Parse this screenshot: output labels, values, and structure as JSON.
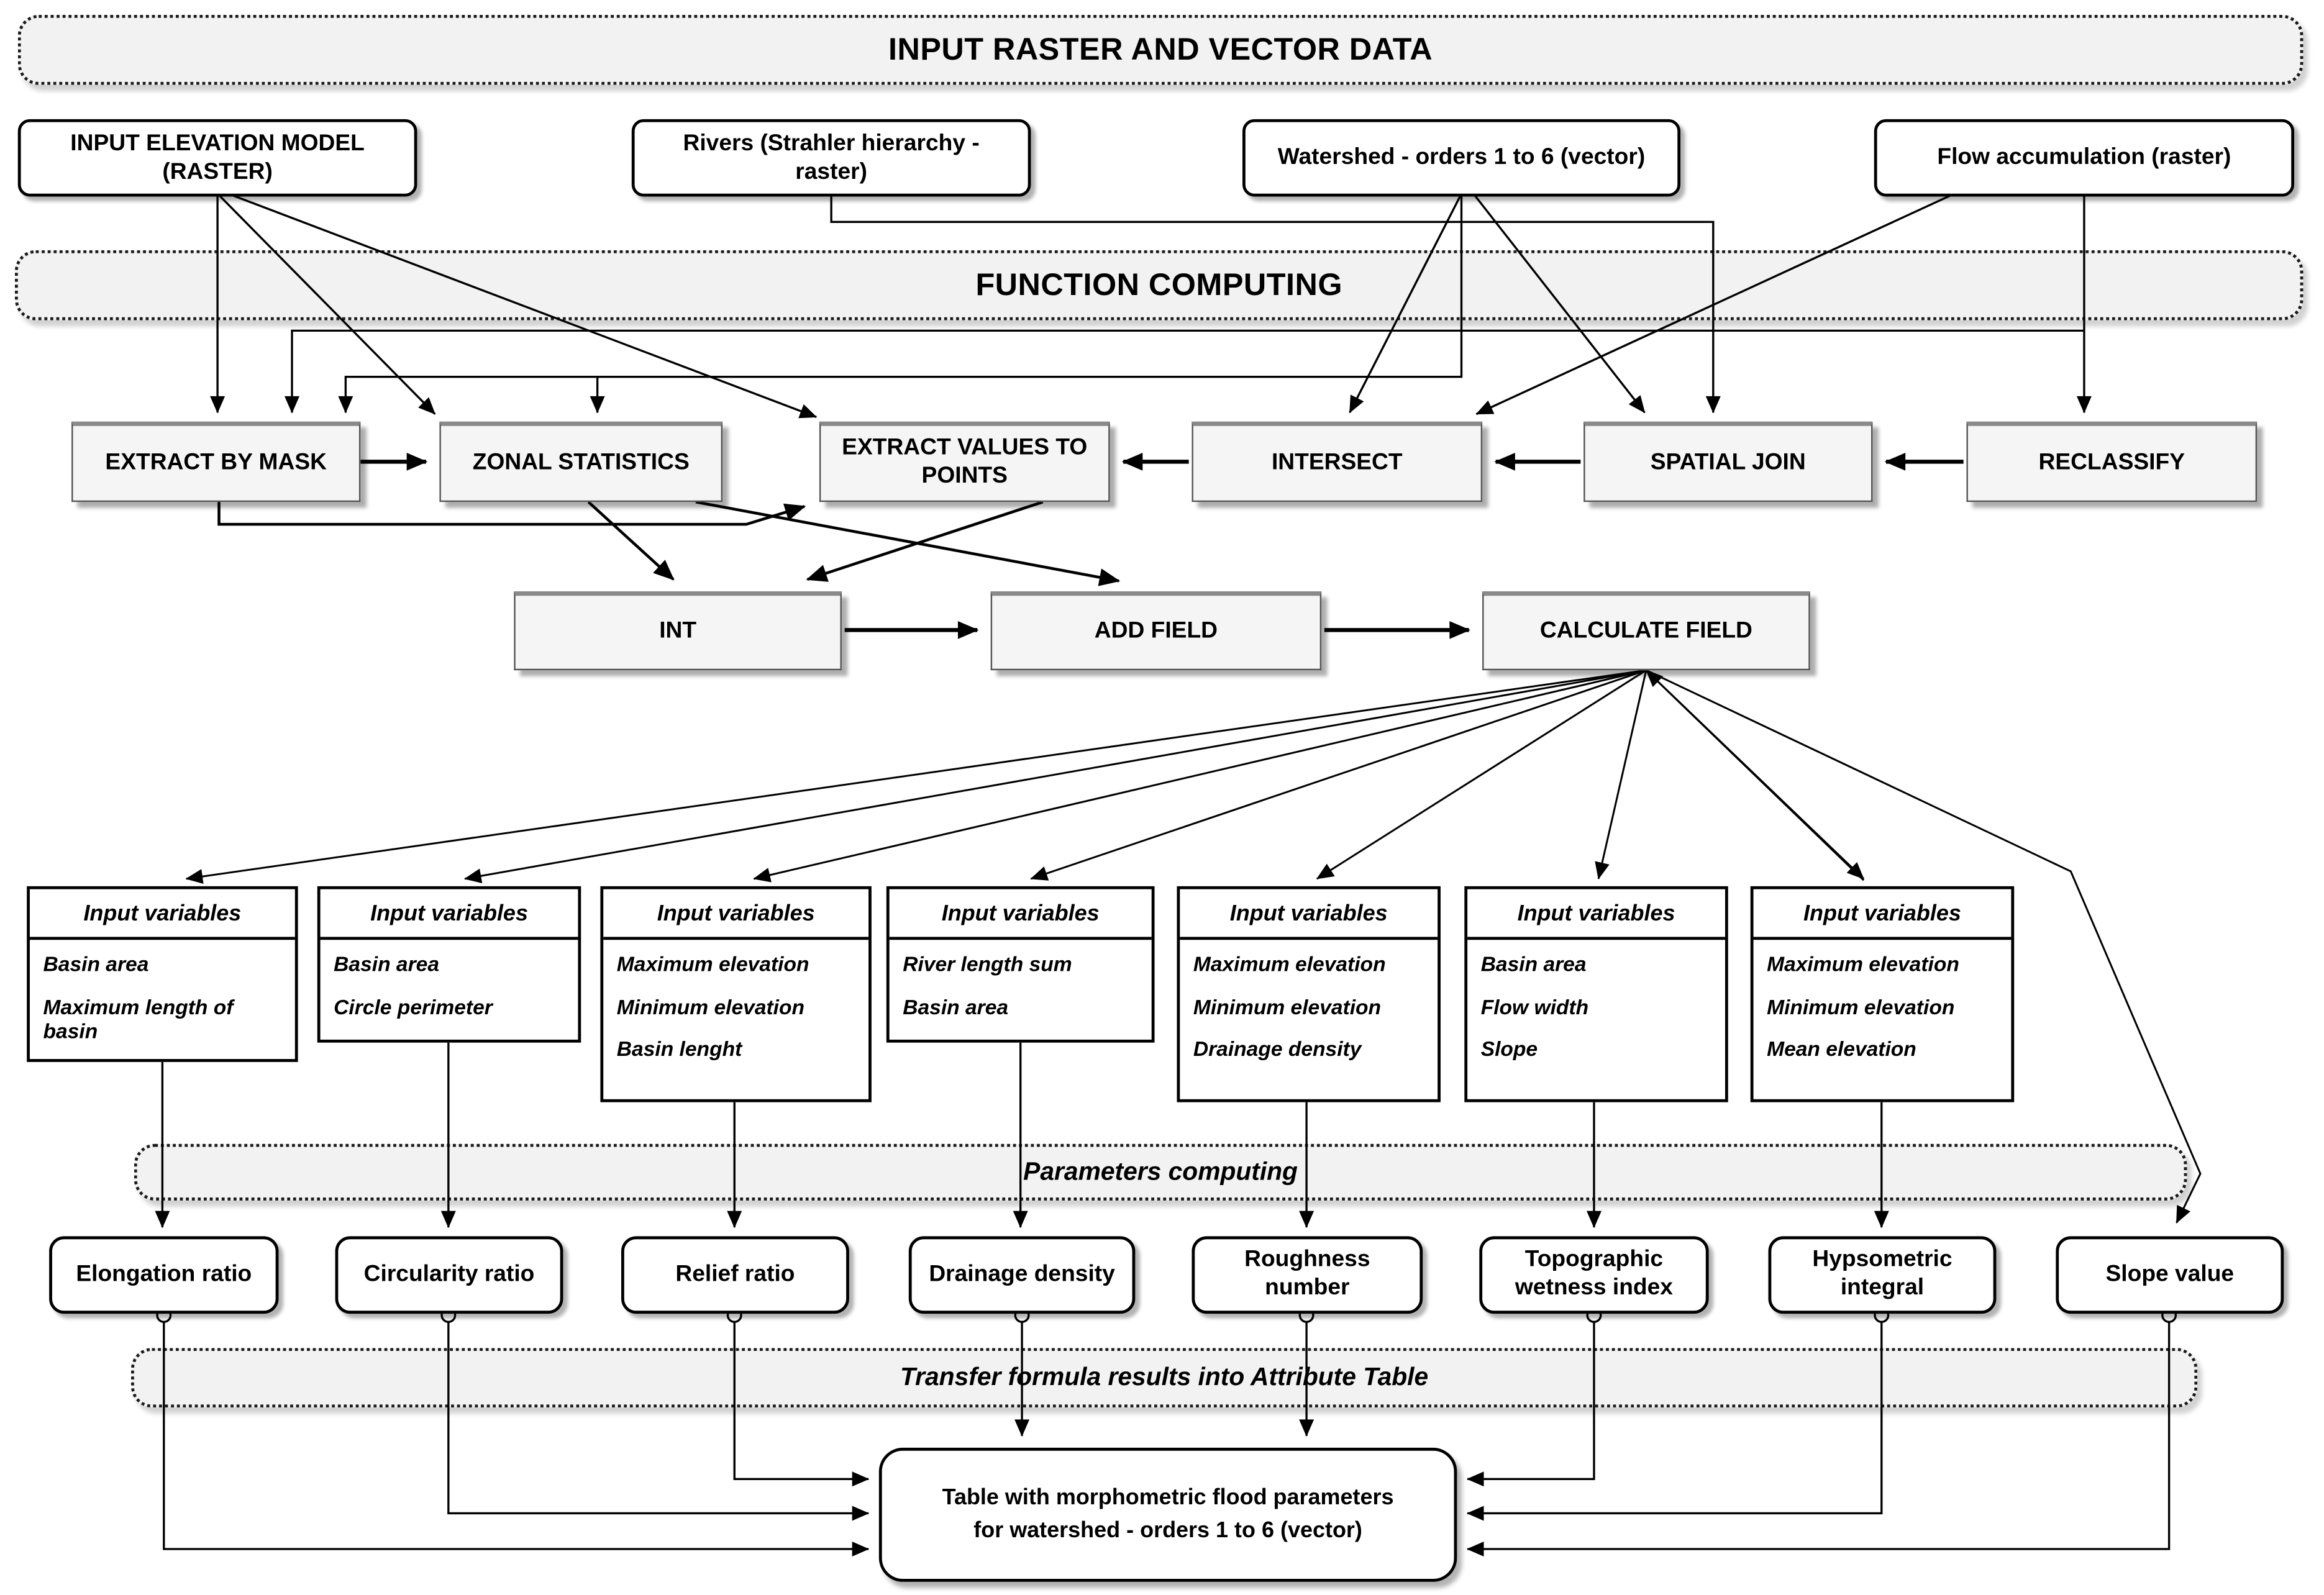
{
  "diagram": {
    "banners": {
      "input": "INPUT RASTER AND VECTOR DATA",
      "function": "FUNCTION COMPUTING",
      "parameters": "Parameters computing",
      "transfer": "Transfer formula results into Attribute Table"
    },
    "inputs": {
      "dem": "INPUT ELEVATION MODEL (RASTER)",
      "rivers": "Rivers (Strahler hierarchy - raster)",
      "watershed": "Watershed - orders 1 to 6 (vector)",
      "flow_accumulation": "Flow accumulation (raster)"
    },
    "functions": {
      "extract_by_mask": "EXTRACT BY MASK",
      "zonal_statistics": "ZONAL STATISTICS",
      "extract_values_to_points": "EXTRACT VALUES TO POINTS",
      "intersect": "INTERSECT",
      "spatial_join": "SPATIAL JOIN",
      "reclassify": "RECLASSIFY",
      "int": "INT",
      "add_field": "ADD FIELD",
      "calculate_field": "CALCULATE FIELD"
    },
    "variable_groups": [
      {
        "title": "Input variables",
        "items": [
          "Basin area",
          "Maximum length of basin"
        ]
      },
      {
        "title": "Input variables",
        "items": [
          "Basin area",
          "Circle perimeter"
        ]
      },
      {
        "title": "Input variables",
        "items": [
          "Maximum elevation",
          "Minimum elevation",
          "Basin lenght"
        ]
      },
      {
        "title": "Input variables",
        "items": [
          "River length sum",
          "Basin area"
        ]
      },
      {
        "title": "Input variables",
        "items": [
          "Maximum elevation",
          "Minimum elevation",
          "Drainage density"
        ]
      },
      {
        "title": "Input variables",
        "items": [
          "Basin area",
          "Flow width",
          "Slope"
        ]
      },
      {
        "title": "Input variables",
        "items": [
          "Maximum elevation",
          "Minimum elevation",
          "Mean elevation"
        ]
      }
    ],
    "parameters": {
      "elongation_ratio": "Elongation ratio",
      "circularity_ratio": "Circularity ratio",
      "relief_ratio": "Relief ratio",
      "drainage_density": "Drainage density",
      "roughness_number": "Roughness number",
      "topographic_wetness_index": "Topographic wetness index",
      "hypsometric_integral": "Hypsometric integral",
      "slope_value": "Slope value"
    },
    "output_table": {
      "line1": "Table with morphometric flood parameters",
      "line2": "for watershed - orders 1 to 6 (vector)"
    },
    "colors": {
      "banner_fill": "#f2f2f2",
      "function_fill": "#f5f5f5",
      "box_fill": "#ffffff",
      "line": "#000000"
    }
  }
}
